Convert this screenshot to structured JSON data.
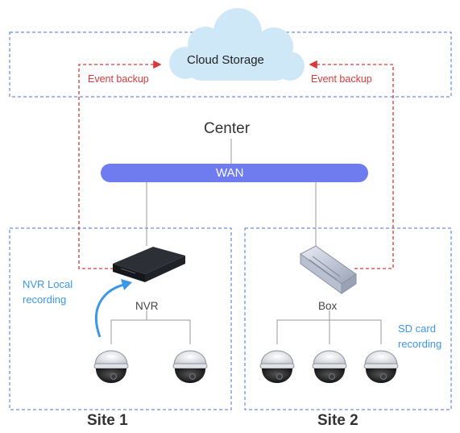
{
  "cloud": {
    "label": "Cloud Storage",
    "icon": "cloud-icon"
  },
  "event_backup_left": "Event backup",
  "event_backup_right": "Event backup",
  "center_label": "Center",
  "wan_label": "WAN",
  "devices": {
    "nvr": {
      "label": "NVR",
      "icon": "nvr-icon"
    },
    "box": {
      "label": "Box",
      "icon": "box-icon"
    }
  },
  "notes": {
    "nvr_local": "NVR Local recording",
    "sd_card": "SD card recording"
  },
  "sites": {
    "site1": "Site 1",
    "site2": "Site 2"
  },
  "colors": {
    "dashed_blue": "#4a72d9",
    "event_red": "#d63a3a",
    "wan_bar": "#6e7cf0",
    "cloud_fill": "#cfe8f8",
    "note_blue": "#3d97e8"
  },
  "cameras": {
    "site1": 2,
    "site2": 3,
    "icon": "dome-camera-icon"
  }
}
